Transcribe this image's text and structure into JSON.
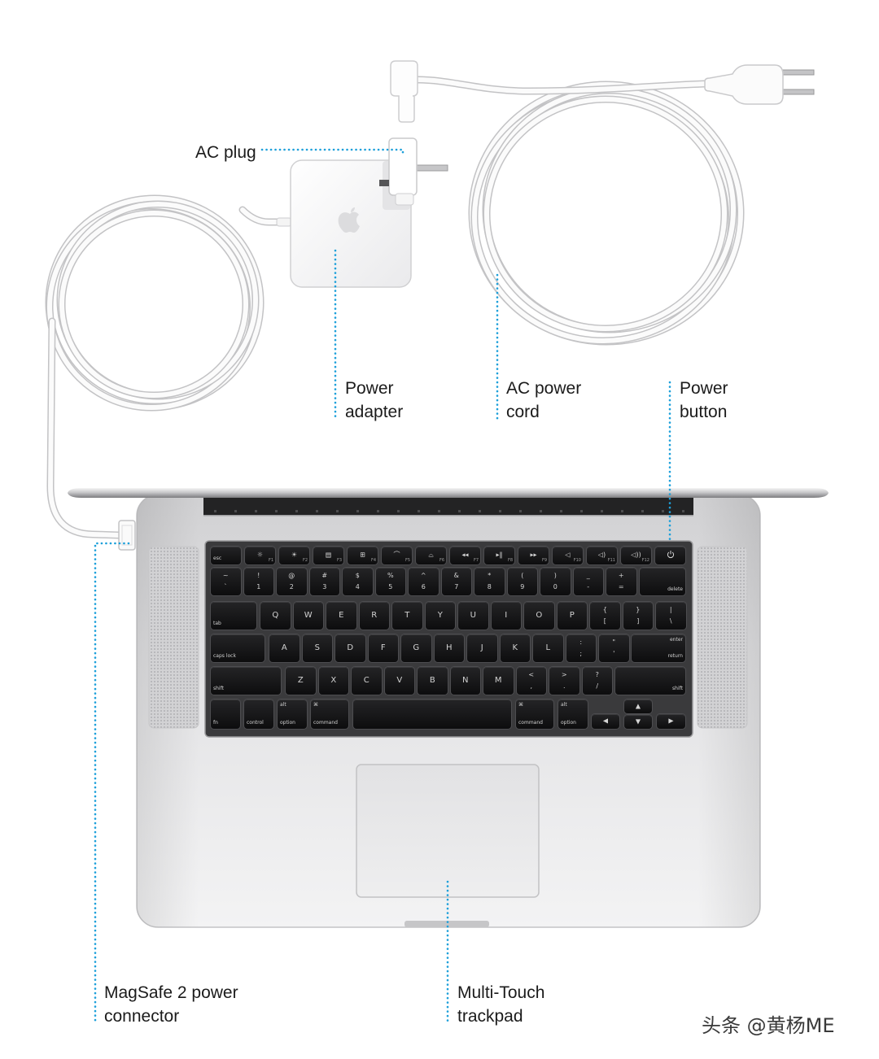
{
  "labels": {
    "ac_plug": [
      "AC plug"
    ],
    "power_adapter": [
      "Power",
      "adapter"
    ],
    "ac_power_cord": [
      "AC power",
      "cord"
    ],
    "power_button": [
      "Power",
      "button"
    ],
    "magsafe": [
      "MagSafe 2 power",
      "connector"
    ],
    "trackpad": [
      "Multi-Touch",
      "trackpad"
    ]
  },
  "watermark": "头条 @黄杨ME",
  "colors": {
    "leader_line": "#1ea0da",
    "label_text": "#1b1b1b",
    "keycap": "#111111",
    "aluminum": "#e2e2e4",
    "cable": "#fbfbfb"
  },
  "keyboard": {
    "function_row": [
      {
        "main": "esc"
      },
      {
        "icon": "brightness-down-icon",
        "sub": "F1"
      },
      {
        "icon": "brightness-up-icon",
        "sub": "F2"
      },
      {
        "icon": "mission-control-icon",
        "sub": "F3"
      },
      {
        "icon": "launchpad-icon",
        "sub": "F4"
      },
      {
        "icon": "keyboard-light-down-icon",
        "sub": "F5"
      },
      {
        "icon": "keyboard-light-up-icon",
        "sub": "F6"
      },
      {
        "icon": "rewind-icon",
        "sub": "F7"
      },
      {
        "icon": "play-pause-icon",
        "sub": "F8"
      },
      {
        "icon": "fast-forward-icon",
        "sub": "F9"
      },
      {
        "icon": "mute-icon",
        "sub": "F10"
      },
      {
        "icon": "volume-down-icon",
        "sub": "F11"
      },
      {
        "icon": "volume-up-icon",
        "sub": "F12"
      },
      {
        "icon": "power-icon"
      }
    ],
    "number_row": [
      {
        "top": "~",
        "main": "`"
      },
      {
        "top": "!",
        "main": "1"
      },
      {
        "top": "@",
        "main": "2"
      },
      {
        "top": "#",
        "main": "3"
      },
      {
        "top": "$",
        "main": "4"
      },
      {
        "top": "%",
        "main": "5"
      },
      {
        "top": "^",
        "main": "6"
      },
      {
        "top": "&",
        "main": "7"
      },
      {
        "top": "*",
        "main": "8"
      },
      {
        "top": "(",
        "main": "9"
      },
      {
        "top": ")",
        "main": "0"
      },
      {
        "top": "_",
        "main": "-"
      },
      {
        "top": "+",
        "main": "="
      },
      {
        "main": "delete"
      }
    ],
    "tab_row": [
      {
        "main": "tab"
      },
      {
        "main": "Q"
      },
      {
        "main": "W"
      },
      {
        "main": "E"
      },
      {
        "main": "R"
      },
      {
        "main": "T"
      },
      {
        "main": "Y"
      },
      {
        "main": "U"
      },
      {
        "main": "I"
      },
      {
        "main": "O"
      },
      {
        "main": "P"
      },
      {
        "top": "{",
        "main": "["
      },
      {
        "top": "}",
        "main": "]"
      },
      {
        "top": "|",
        "main": "\\"
      }
    ],
    "caps_row": [
      {
        "main": "caps lock"
      },
      {
        "main": "A"
      },
      {
        "main": "S"
      },
      {
        "main": "D"
      },
      {
        "main": "F"
      },
      {
        "main": "G"
      },
      {
        "main": "H"
      },
      {
        "main": "J"
      },
      {
        "main": "K"
      },
      {
        "main": "L"
      },
      {
        "top": ":",
        "main": ";"
      },
      {
        "top": "\"",
        "main": "'"
      },
      {
        "top": "enter",
        "main": "return"
      }
    ],
    "shift_row": [
      {
        "main": "shift"
      },
      {
        "main": "Z"
      },
      {
        "main": "X"
      },
      {
        "main": "C"
      },
      {
        "main": "V"
      },
      {
        "main": "B"
      },
      {
        "main": "N"
      },
      {
        "main": "M"
      },
      {
        "top": "<",
        "main": ","
      },
      {
        "top": ">",
        "main": "."
      },
      {
        "top": "?",
        "main": "/"
      },
      {
        "main": "shift"
      }
    ],
    "bottom_row": [
      {
        "main": "fn"
      },
      {
        "main": "control"
      },
      {
        "top": "alt",
        "main": "option"
      },
      {
        "top": "⌘",
        "main": "command"
      },
      {},
      {
        "top": "⌘",
        "main": "command"
      },
      {
        "top": "alt",
        "main": "option"
      },
      {
        "icon": "arrow-left-icon"
      },
      {
        "icon": "arrow-up-icon"
      },
      {
        "icon": "arrow-down-icon"
      },
      {
        "icon": "arrow-right-icon"
      }
    ]
  }
}
